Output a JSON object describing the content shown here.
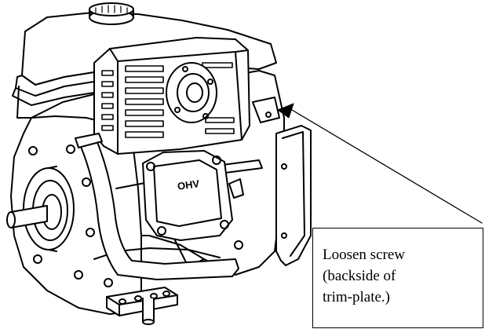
{
  "engine": {
    "valve_cover_label": "OHV"
  },
  "callout": {
    "lines": [
      "Loosen screw",
      "(backside of",
      "trim-plate.)"
    ]
  },
  "colors": {
    "line": "#000000",
    "background": "#ffffff"
  }
}
